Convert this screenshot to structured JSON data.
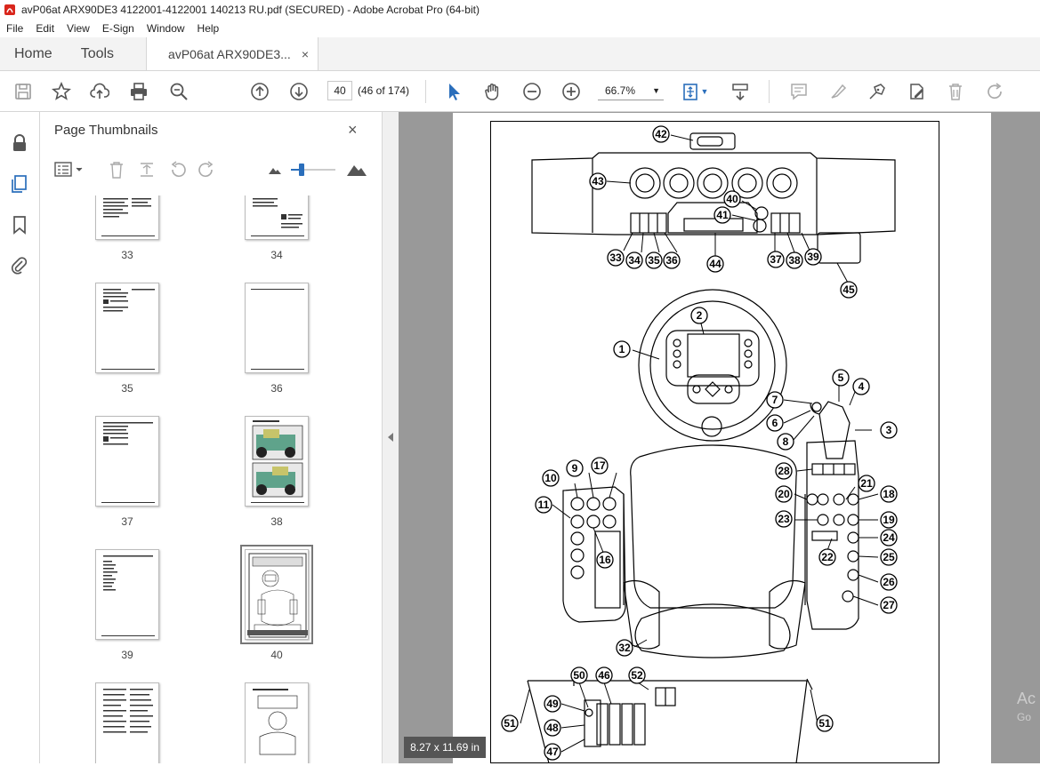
{
  "window": {
    "title": "avP06at ARX90DE3 4122001-4122001 140213 RU.pdf (SECURED) - Adobe Acrobat Pro (64-bit)"
  },
  "menu": {
    "file": "File",
    "edit": "Edit",
    "view": "View",
    "esign": "E-Sign",
    "window": "Window",
    "help": "Help"
  },
  "tabs": {
    "home": "Home",
    "tools": "Tools",
    "document": "avP06at ARX90DE3...",
    "close": "×"
  },
  "toolbar": {
    "page_current": "40",
    "page_count": "(46 of 174)",
    "zoom": "66.7%"
  },
  "thumb_panel": {
    "title": "Page Thumbnails",
    "close": "×",
    "pages": [
      "33",
      "34",
      "35",
      "36",
      "37",
      "38",
      "39",
      "40"
    ],
    "selected": "40"
  },
  "viewer": {
    "page_size": "8.27 x 11.69 in",
    "watermark_line1": "Ac",
    "watermark_line2": "Go"
  },
  "diagram": {
    "callouts": [
      "1",
      "2",
      "3",
      "4",
      "5",
      "6",
      "7",
      "8",
      "9",
      "10",
      "11",
      "16",
      "17",
      "18",
      "19",
      "20",
      "21",
      "22",
      "23",
      "24",
      "25",
      "26",
      "27",
      "28",
      "32",
      "33",
      "34",
      "35",
      "36",
      "37",
      "38",
      "39",
      "40",
      "41",
      "42",
      "43",
      "44",
      "45",
      "46",
      "47",
      "48",
      "49",
      "50",
      "51",
      "52"
    ]
  },
  "colors": {
    "viewer_bg": "#999999",
    "accent_blue": "#2a6ebb",
    "pdf_red": "#d9261c"
  }
}
